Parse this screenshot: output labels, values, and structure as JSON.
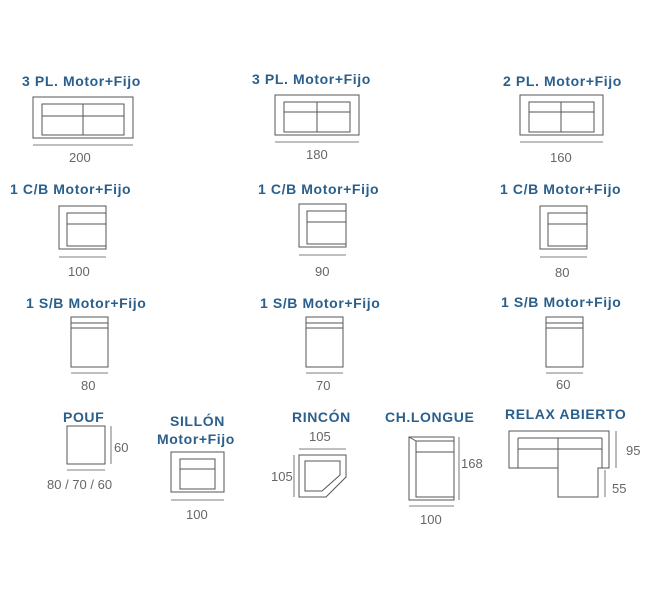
{
  "modules": {
    "sofa3_200": {
      "title": "3 PL. Motor+Fijo",
      "dim": "200"
    },
    "sofa3_180": {
      "title": "3 PL. Motor+Fijo",
      "dim": "180"
    },
    "sofa2_160": {
      "title": "2 PL. Motor+Fijo",
      "dim": "160"
    },
    "cb_100": {
      "title": "1 C/B Motor+Fijo",
      "dim": "100"
    },
    "cb_90": {
      "title": "1 C/B Motor+Fijo",
      "dim": "90"
    },
    "cb_80": {
      "title": "1 C/B Motor+Fijo",
      "dim": "80"
    },
    "sb_80": {
      "title": "1 S/B Motor+Fijo",
      "dim": "80"
    },
    "sb_70": {
      "title": "1 S/B Motor+Fijo",
      "dim": "70"
    },
    "sb_60": {
      "title": "1 S/B Motor+Fijo",
      "dim": "60"
    },
    "pouf": {
      "title": "POUF",
      "dim_side": "60",
      "dim_bottom": "80 / 70 / 60"
    },
    "sillon": {
      "title_line1": "SILLÓN",
      "title_line2": "Motor+Fijo",
      "dim": "100"
    },
    "rincon": {
      "title": "RINCÓN",
      "dim_top": "105",
      "dim_side": "105"
    },
    "chlongue": {
      "title": "CH.LONGUE",
      "dim_side": "168",
      "dim_bottom": "100"
    },
    "relax": {
      "title": "RELAX ABIERTO",
      "dim_side_top": "95",
      "dim_side_bottom": "55"
    }
  }
}
